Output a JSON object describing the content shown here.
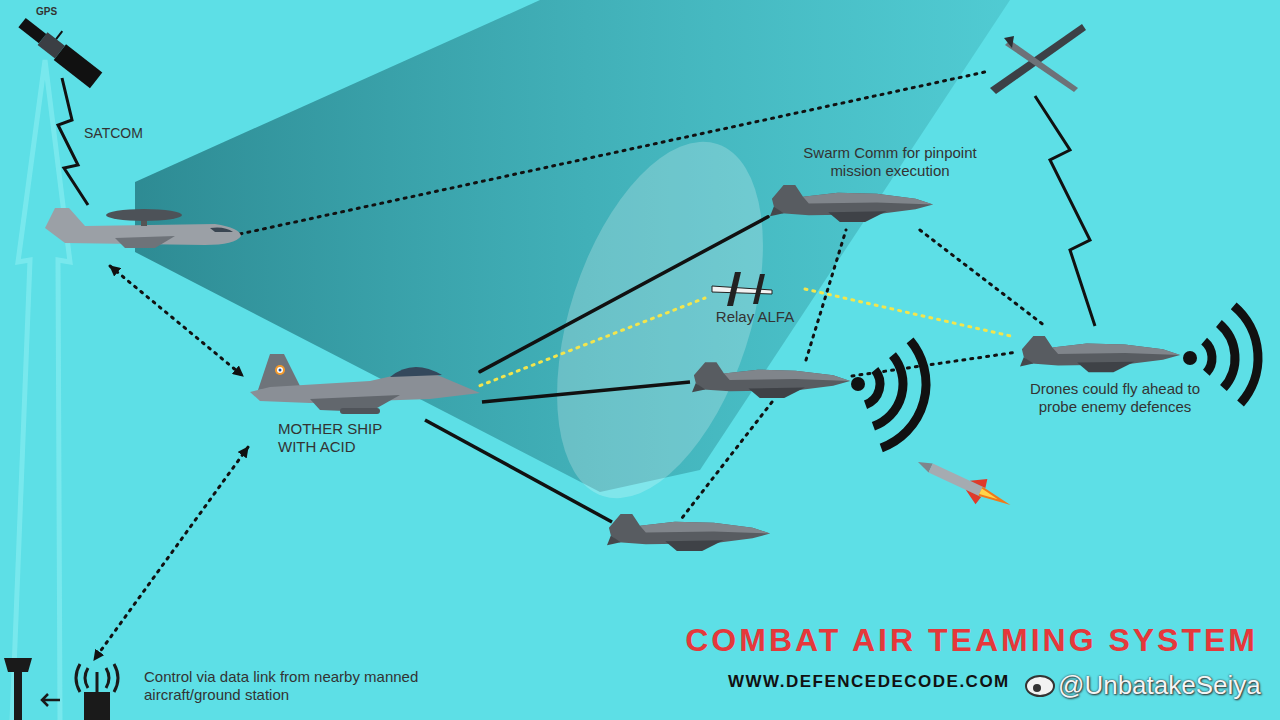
{
  "diagram": {
    "title": "COMBAT AIR TEAMING SYSTEM",
    "nodes": [
      {
        "text": [
          "GPS"
        ]
      },
      {
        "text": [
          "Swarm Comm for pinpoint mission execution"
        ]
      },
      {
        "text": [
          "Relay ALFA"
        ]
      },
      {
        "text": [
          "MOTHER SHIP WITH ACID"
        ]
      },
      {
        "text": [
          "Drones could fly ahead to probe enemy defences"
        ]
      },
      {
        "text": [
          "Control via data link from nearby manned aircraft/ground station"
        ]
      }
    ],
    "edges": [
      {
        "from": 3,
        "to": 1,
        "arrow": "none"
      },
      {
        "from": 3,
        "to": 2,
        "arrow": "none"
      },
      {
        "from": 2,
        "to": 4,
        "arrow": "none"
      },
      {
        "from": 1,
        "to": 4,
        "arrow": "none"
      },
      {
        "from": 3,
        "to": 5,
        "arrow": "both"
      }
    ],
    "labels": [
      "SATCOM",
      "WWW.DEFENCEDECODE.COM",
      "@UnbatakeSeiya"
    ]
  }
}
